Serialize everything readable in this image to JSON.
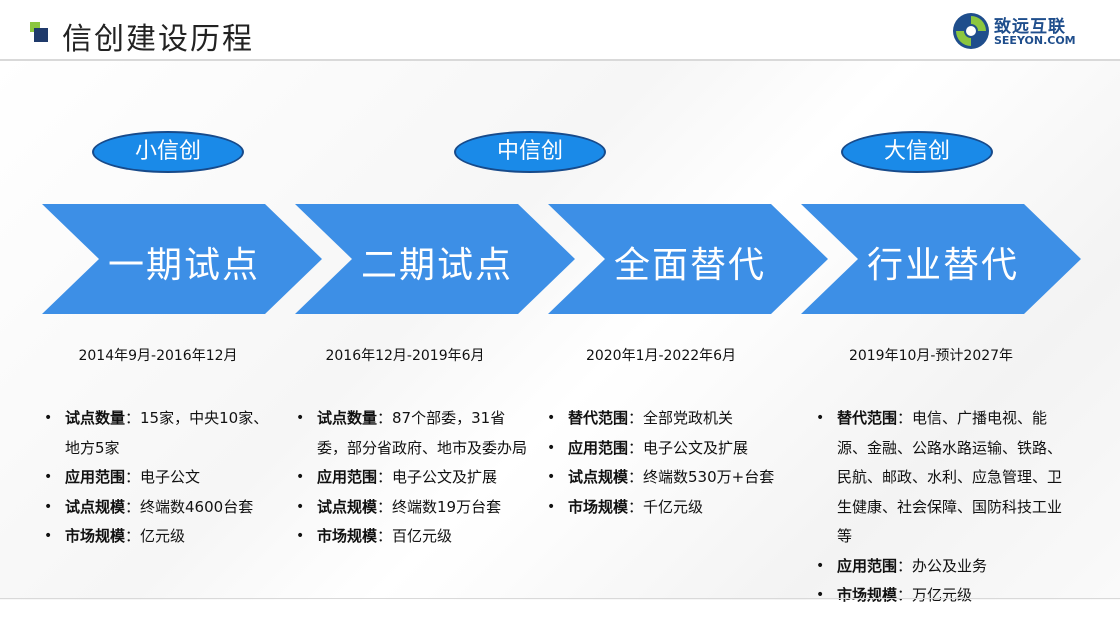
{
  "header": {
    "title": "信创建设历程",
    "logo": {
      "cn": "致远互联",
      "en": "SEEYON.COM"
    }
  },
  "colors": {
    "arrow": "#3d8fe6",
    "oval": "#1a8ae8",
    "oval_border": "#174a8a",
    "title_marker": "#1f3a6b",
    "marker_accent": "#8cc63f"
  },
  "ovals": [
    "小信创",
    "中信创",
    "大信创"
  ],
  "phases": [
    {
      "label": "一期试点",
      "date": "2014年9月-2016年12月",
      "items": [
        {
          "key": "试点数量",
          "value": "：15家，中央10家、地方5家"
        },
        {
          "key": "应用范围",
          "value": "：电子公文"
        },
        {
          "key": "试点规模",
          "value": "：终端数4600台套"
        },
        {
          "key": "市场规模",
          "value": "：亿元级"
        }
      ]
    },
    {
      "label": "二期试点",
      "date": "2016年12月-2019年6月",
      "items": [
        {
          "key": "试点数量",
          "value": "：87个部委，31省委，部分省政府、地市及委办局"
        },
        {
          "key": "应用范围",
          "value": "：电子公文及扩展"
        },
        {
          "key": "试点规模",
          "value": "：终端数19万台套"
        },
        {
          "key": "市场规模",
          "value": "：百亿元级"
        }
      ]
    },
    {
      "label": "全面替代",
      "date": "2020年1月-2022年6月",
      "items": [
        {
          "key": "替代范围",
          "value": "：全部党政机关"
        },
        {
          "key": "应用范围",
          "value": "：电子公文及扩展"
        },
        {
          "key": "试点规模",
          "value": "：终端数530万+台套"
        },
        {
          "key": "市场规模",
          "value": "：千亿元级"
        }
      ]
    },
    {
      "label": "行业替代",
      "date": "2019年10月-预计2027年",
      "items": [
        {
          "key": "替代范围",
          "value": "：电信、广播电视、能源、金融、公路水路运输、铁路、民航、邮政、水利、应急管理、卫生健康、社会保障、国防科技工业等"
        },
        {
          "key": "应用范围",
          "value": "：办公及业务"
        },
        {
          "key": "市场规模",
          "value": "：万亿元级"
        }
      ]
    }
  ]
}
